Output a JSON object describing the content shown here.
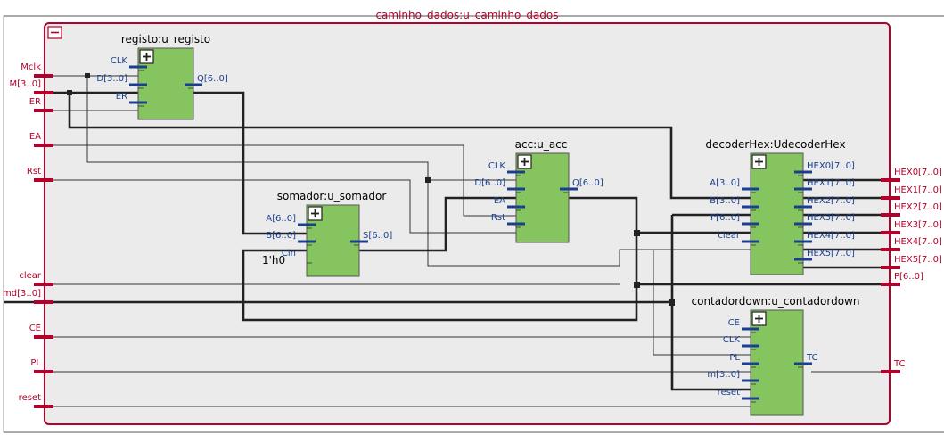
{
  "top": {
    "name": "caminho_dados:u_caminho_dados"
  },
  "inputs": [
    "Mclk",
    "M[3..0]",
    "ER",
    "EA",
    "Rst",
    "clear",
    "md[3..0]",
    "CE",
    "PL",
    "reset"
  ],
  "outputs": [
    "HEX0[7..0]",
    "HEX1[7..0]",
    "HEX2[7..0]",
    "HEX3[7..0]",
    "HEX4[7..0]",
    "HEX5[7..0]",
    "P[6..0]",
    "TC"
  ],
  "blocks": {
    "registo": {
      "name": "registo:u_registo",
      "in": [
        "CLK",
        "D[3..0]",
        "ER"
      ],
      "out": [
        "Q[6..0]"
      ]
    },
    "somador": {
      "name": "somador:u_somador",
      "in": [
        "A[6..0]",
        "B[6..0]",
        "Cin"
      ],
      "out": [
        "S[6..0]"
      ],
      "cin_const": "1'h0"
    },
    "acc": {
      "name": "acc:u_acc",
      "in": [
        "CLK",
        "D[6..0]",
        "EA",
        "Rst"
      ],
      "out": [
        "Q[6..0]"
      ]
    },
    "decoder": {
      "name": "decoderHex:UdecoderHex",
      "in": [
        "A[3..0]",
        "B[3..0]",
        "P[6..0]",
        "clear"
      ],
      "out": [
        "HEX0[7..0]",
        "HEX1[7..0]",
        "HEX2[7..0]",
        "HEX3[7..0]",
        "HEX4[7..0]",
        "HEX5[7..0]"
      ]
    },
    "contador": {
      "name": "contadordown:u_contadordown",
      "in": [
        "CE",
        "CLK",
        "PL",
        "m[3..0]",
        "reset"
      ],
      "out": [
        "TC"
      ]
    }
  },
  "colors": {
    "frame": "#b4002a",
    "block_fill": "#86c45f",
    "port": "#1b3f8f",
    "wire": "#222222",
    "thin_wire": "#333333",
    "background": "#ebebeb"
  }
}
